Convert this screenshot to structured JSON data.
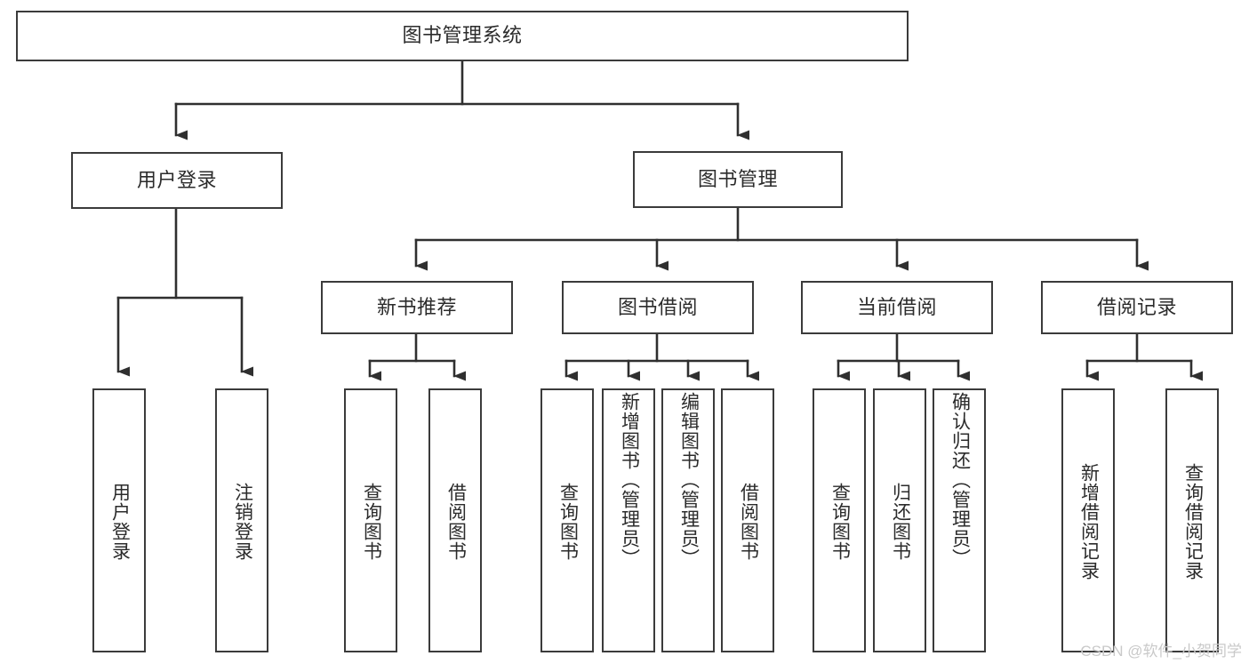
{
  "diagram": {
    "title": "图书管理系统",
    "type": "hierarchy-tree",
    "stroke_color": "#3b3b3b",
    "fill_color": "#ffffff",
    "text_color": "#2b2b2b",
    "watermark": "CSDN @软件_小贺同学"
  },
  "nodes": {
    "root": {
      "label": "图书管理系统"
    },
    "level1": [
      {
        "label": "用户登录"
      },
      {
        "label": "图书管理"
      }
    ],
    "level2": [
      {
        "label": "新书推荐"
      },
      {
        "label": "图书借阅"
      },
      {
        "label": "当前借阅"
      },
      {
        "label": "借阅记录"
      }
    ],
    "leaves": {
      "user_login": [
        {
          "label": "用户登录"
        },
        {
          "label": "注销登录"
        }
      ],
      "new_book_recommend": [
        {
          "label": "查询图书"
        },
        {
          "label": "借阅图书"
        }
      ],
      "book_borrow": [
        {
          "label": "查询图书"
        },
        {
          "label": "新增图书（管理员）"
        },
        {
          "label": "编辑图书（管理员）"
        },
        {
          "label": "借阅图书"
        }
      ],
      "current_borrow": [
        {
          "label": "查询图书"
        },
        {
          "label": "归还图书"
        },
        {
          "label": "确认归还（管理员）"
        }
      ],
      "borrow_record": [
        {
          "label": "新增借阅记录"
        },
        {
          "label": "查询借阅记录"
        }
      ]
    }
  }
}
